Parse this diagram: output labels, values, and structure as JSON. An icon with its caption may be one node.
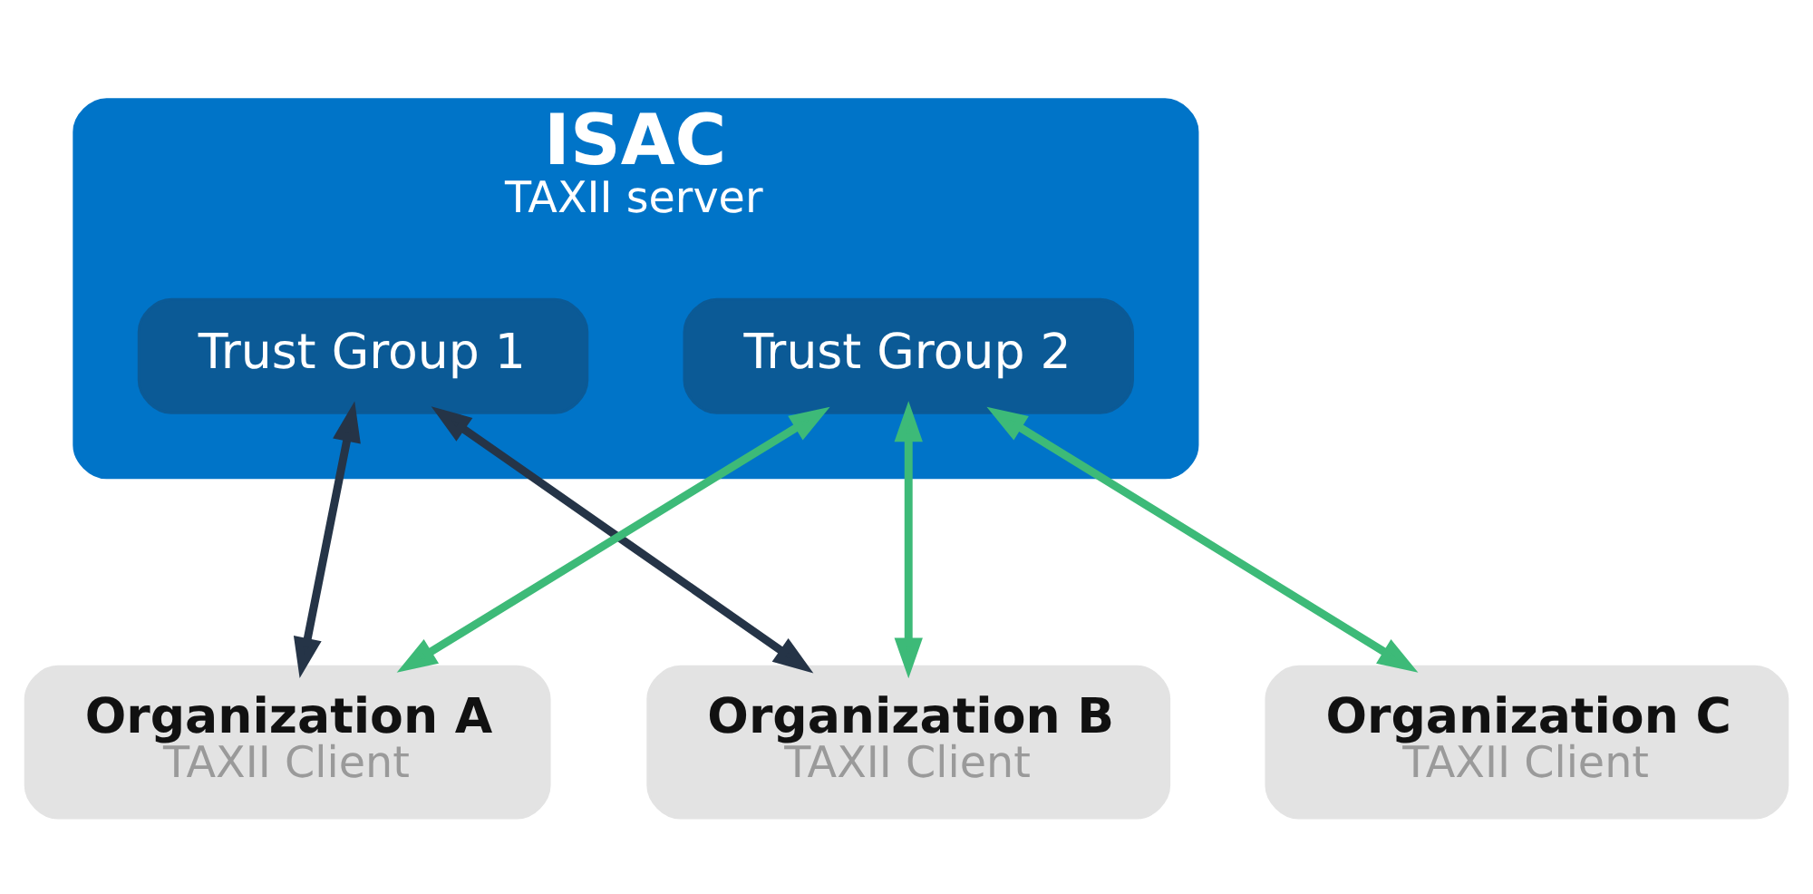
{
  "diagram": {
    "nodes": [
      {
        "text": [
          "ISAC",
          "TAXII server"
        ]
      },
      {
        "text": [
          "Trust Group 1"
        ],
        "in": 0
      },
      {
        "text": [
          "Trust Group 2"
        ],
        "in": 0
      },
      {
        "text": [
          "Organization A",
          "TAXII Client"
        ]
      },
      {
        "text": [
          "Organization B",
          "TAXII Client"
        ]
      },
      {
        "text": [
          "Organization C",
          "TAXII Client"
        ]
      }
    ],
    "edges": [
      {
        "from": 1,
        "to": 3,
        "arrow": "both",
        "color": "#253447"
      },
      {
        "from": 1,
        "to": 4,
        "arrow": "both",
        "color": "#253447"
      },
      {
        "from": 2,
        "to": 3,
        "arrow": "both"
      },
      {
        "from": 2,
        "to": 4,
        "arrow": "both"
      },
      {
        "from": 2,
        "to": 5,
        "arrow": "both"
      }
    ]
  }
}
